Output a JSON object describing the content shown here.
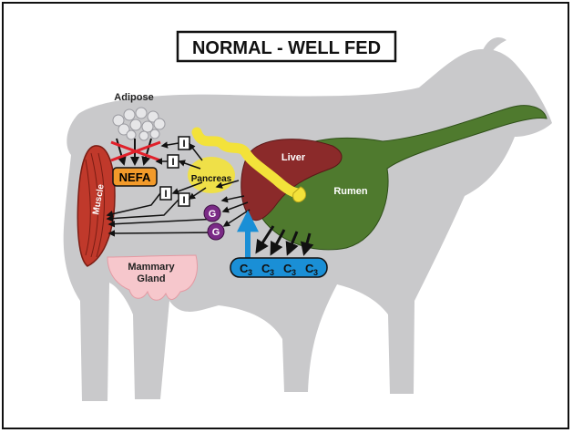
{
  "title": "NORMAL - WELL FED",
  "labels": {
    "adipose": "Adipose",
    "nefa": "NEFA",
    "muscle": "Muscle",
    "pancreas": "Pancreas",
    "liver": "Liver",
    "rumen": "Rumen",
    "mammary_line1": "Mammary",
    "mammary_line2": "Gland",
    "insulin": "I",
    "glucose": "G",
    "propionate": "C",
    "propionate_sub": "3"
  },
  "colors": {
    "cow": "#c9c9cb",
    "liver": "#8b2a2a",
    "rumen": "#4f7a2e",
    "pancreas": "#f3e23a",
    "nefa": "#f29a2a",
    "glucose": "#7a2a86",
    "c3": "#1a8fd6",
    "mammary": "#f6c7cc",
    "muscle": "#c0392b",
    "block_x": "#e0202a"
  }
}
